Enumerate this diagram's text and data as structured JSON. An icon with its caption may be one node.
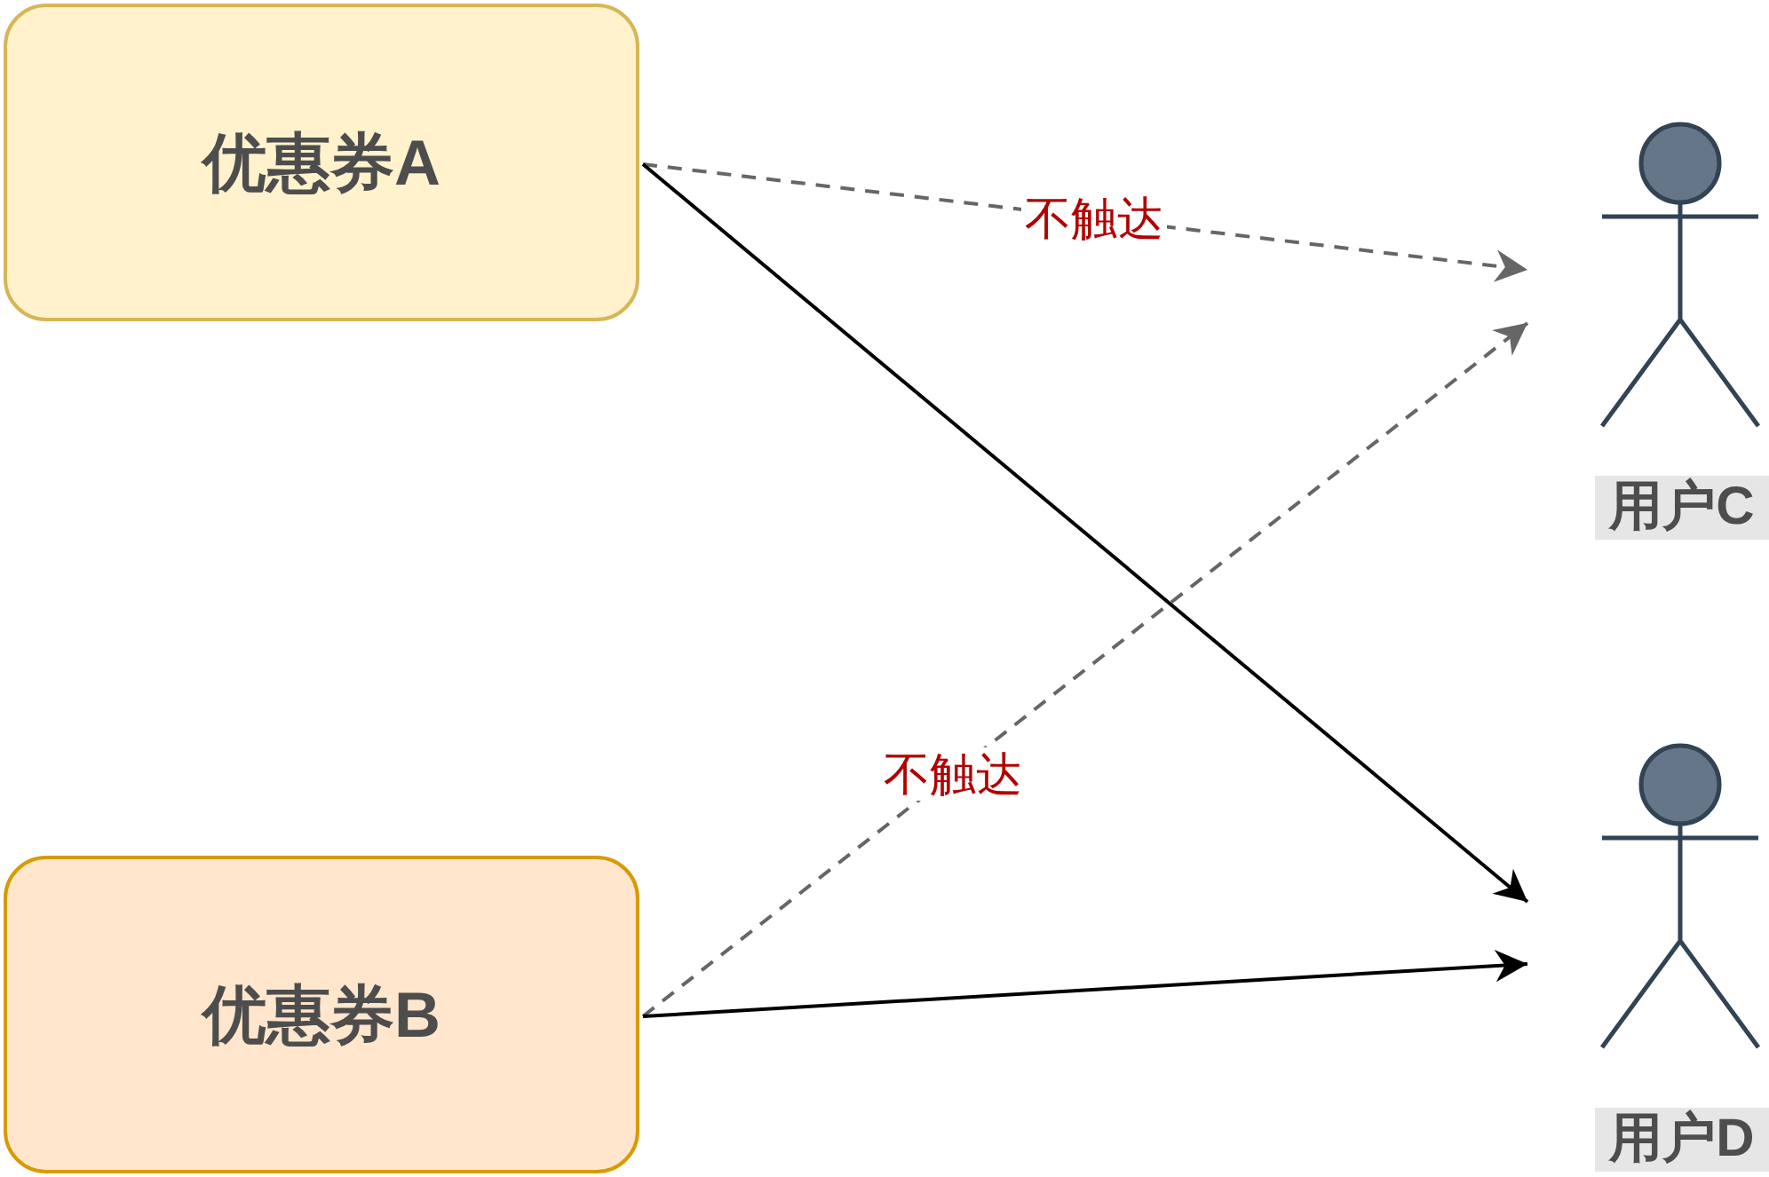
{
  "diagram": {
    "nodes": [
      {
        "text": [
          "优惠券A"
        ]
      },
      {
        "text": [
          "优惠券B"
        ]
      },
      {
        "text": [
          "用户C"
        ]
      },
      {
        "text": [
          "用户D"
        ]
      }
    ],
    "edges": [
      {
        "from": 0,
        "to": 2,
        "arrow": "to",
        "label": "不触达",
        "style": "dashed",
        "color": "#666666"
      },
      {
        "from": 0,
        "to": 3,
        "arrow": "to",
        "color": "#000000"
      },
      {
        "from": 1,
        "to": 2,
        "arrow": "to",
        "label": "不触达",
        "style": "dashed",
        "color": "#666666"
      },
      {
        "from": 1,
        "to": 3,
        "arrow": "to",
        "color": "#000000"
      }
    ]
  }
}
